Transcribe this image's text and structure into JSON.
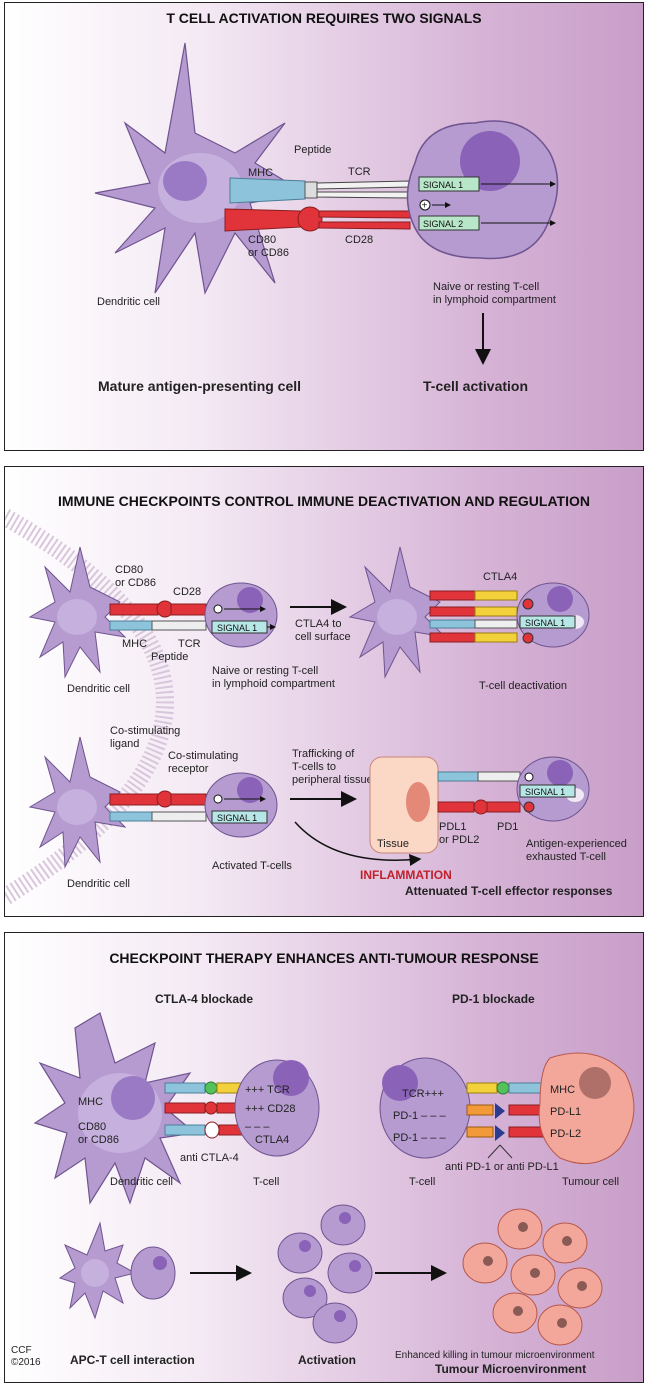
{
  "panel1": {
    "title": "T CELL ACTIVATION REQUIRES TWO SIGNALS",
    "mhc": "MHC",
    "peptide": "Peptide",
    "tcr": "TCR",
    "signal1": "SIGNAL 1",
    "signal2": "SIGNAL 2",
    "cd80_line1": "CD80",
    "cd80_line2": "or CD86",
    "cd28": "CD28",
    "dendritic_cell": "Dendritic cell",
    "naive_line1": "Naive or resting T-cell",
    "naive_line2": "in lymphoid compartment",
    "mature_apc": "Mature antigen-presenting cell",
    "tcell_activation": "T-cell activation"
  },
  "panel2": {
    "title": "IMMUNE CHECKPOINTS CONTROL IMMUNE DEACTIVATION AND REGULATION",
    "cd80_line1": "CD80",
    "cd80_line2": "or CD86",
    "cd28": "CD28",
    "signal1": "SIGNAL 1",
    "mhc": "MHC",
    "tcr": "TCR",
    "peptide": "Peptide",
    "dendritic_cell_top": "Dendritic cell",
    "naive_line1": "Naive or resting T-cell",
    "naive_line2": "in lymphoid compartment",
    "ctla4_move_line1": "CTLA4 to",
    "ctla4_move_line2": "cell surface",
    "ctla4": "CTLA4",
    "signal1_right": "SIGNAL 1",
    "tcell_deactivation": "T-cell deactivation",
    "costim_ligand_line1": "Co-stimulating",
    "costim_ligand_line2": "ligand",
    "costim_receptor_line1": "Co-stimulating",
    "costim_receptor_line2": "receptor",
    "trafficking_line1": "Trafficking of",
    "trafficking_line2": "T-cells to",
    "trafficking_line3": "peripheral tissue",
    "signal1_bottom": "SIGNAL 1",
    "tissue": "Tissue",
    "signal1_bottom_right": "SIGNAL 1",
    "pdl1_line1": "PDL1",
    "pdl1_line2": "or PDL2",
    "pd1": "PD1",
    "exhausted_line1": "Antigen-experienced",
    "exhausted_line2": "exhausted T-cell",
    "dendritic_cell_bottom": "Dendritic cell",
    "activated_tcells": "Activated T-cells",
    "inflammation": "INFLAMMATION",
    "attenuated": "Attenuated T-cell effector responses"
  },
  "panel3": {
    "title": "CHECKPOINT THERAPY ENHANCES ANTI-TUMOUR RESPONSE",
    "ctla4_blockade": "CTLA-4 blockade",
    "pd1_blockade": "PD-1 blockade",
    "mhc_left": "MHC",
    "cd80_line1": "CD80",
    "cd80_line2": "or CD86",
    "tcr_plus": "+++ TCR",
    "cd28_plus": "+++ CD28",
    "minus_left": "– – –",
    "ctla4": "CTLA4",
    "anti_ctla4": "anti CTLA-4",
    "dendritic_cell": "Dendritic cell",
    "tcell_left": "T-cell",
    "tcr_right": "TCR+++",
    "pd1_a": "PD-1 – – –",
    "pd1_b": "PD-1 – – –",
    "mhc_right": "MHC",
    "pdl1": "PD-L1",
    "pdl2": "PD-L2",
    "anti_pd1": "anti PD-1 or anti PD-L1",
    "tcell_right": "T-cell",
    "tumour_cell": "Tumour cell",
    "apc_interaction": "APC-T cell interaction",
    "activation": "Activation",
    "enhanced_killing": "Enhanced killing in tumour microenvironment",
    "tumour_micro": "Tumour Microenvironment",
    "ccf_line1": "CCF",
    "ccf_line2": "©2016"
  },
  "colors": {
    "cell_purple": "#b59bd0",
    "nucleus": "#8a62b8",
    "mhc_blue": "#8ec3dc",
    "cd28_red": "#e0343a",
    "ctla4_yellow": "#f2d13a",
    "signal_green": "#b7e6c8",
    "tumour_pink": "#f3a79a",
    "inflammation_red": "#c0212c"
  }
}
